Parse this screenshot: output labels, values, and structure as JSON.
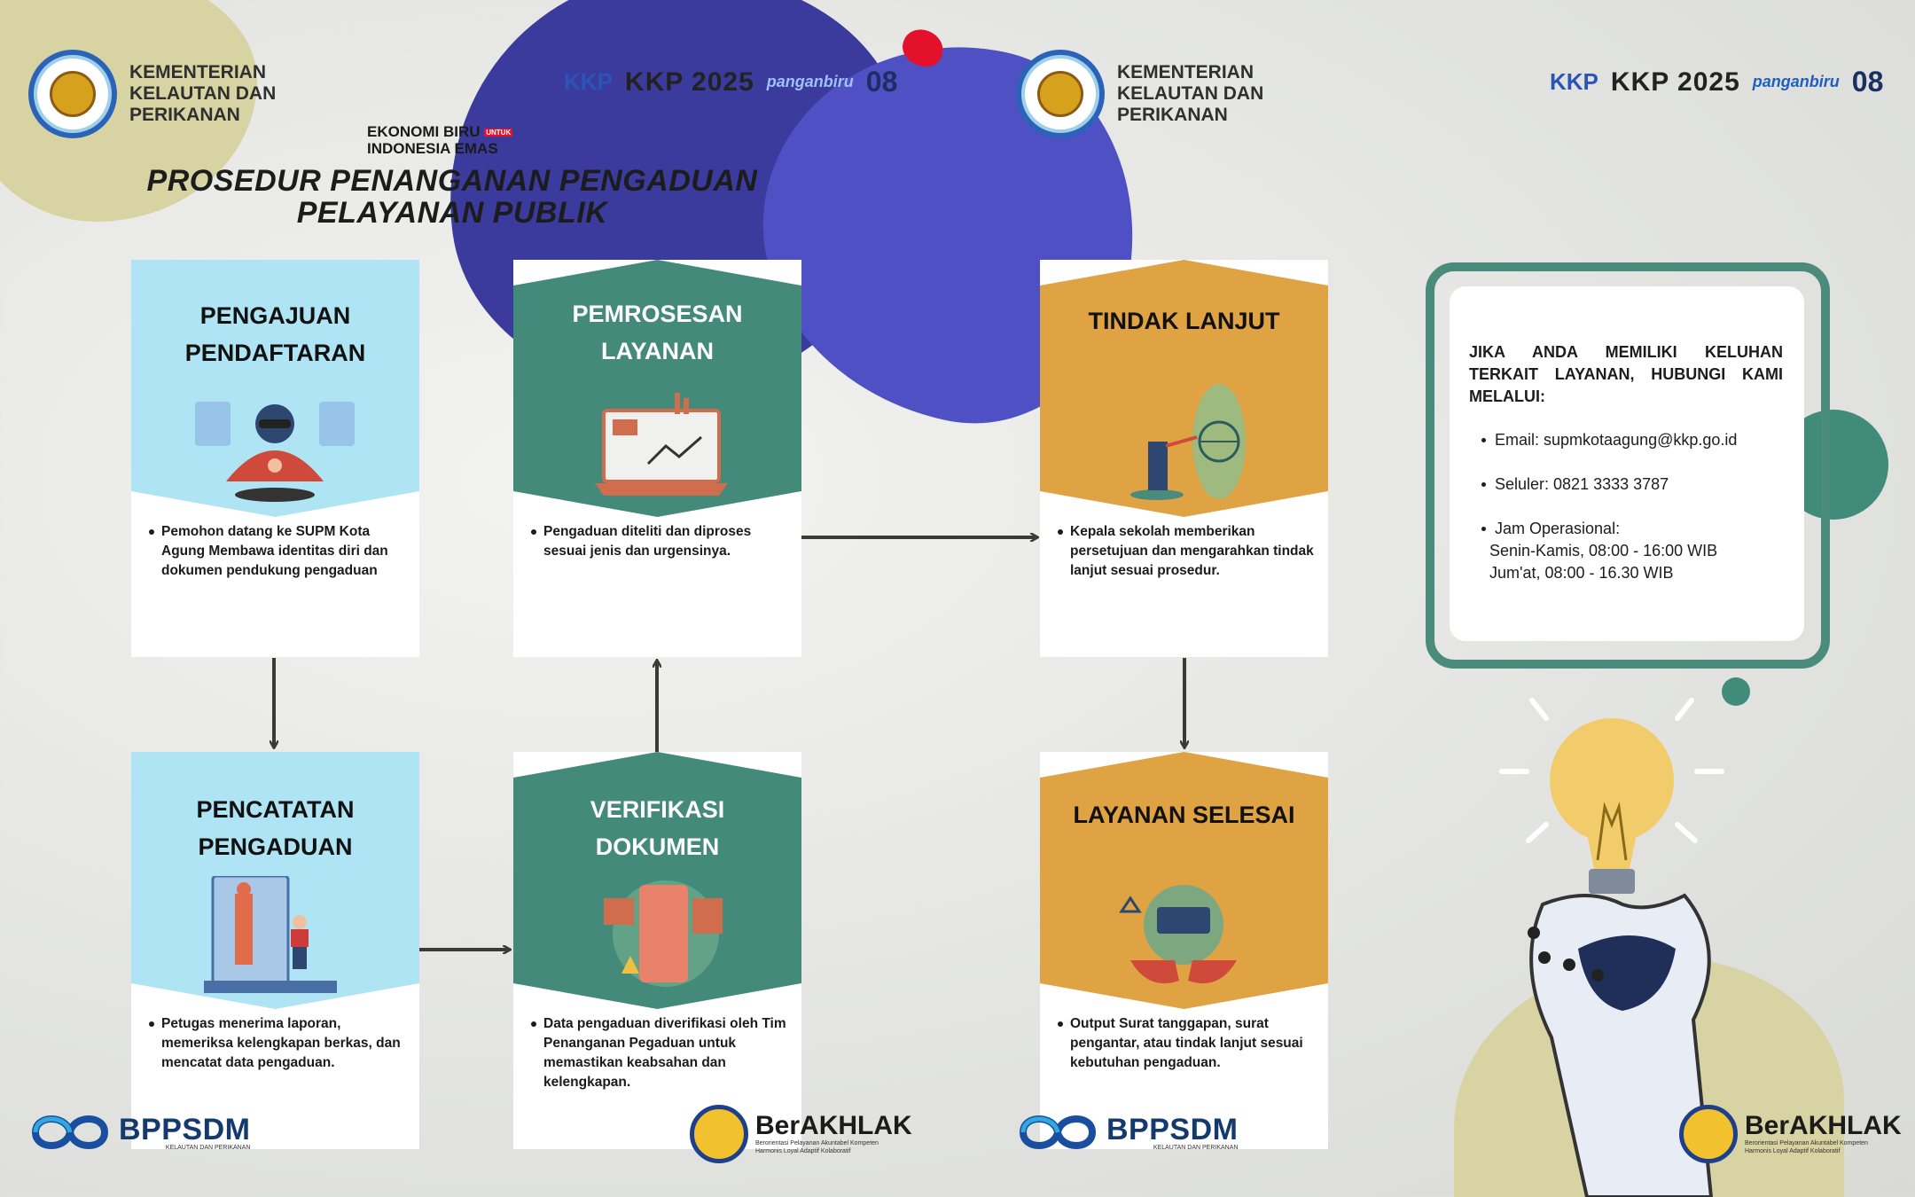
{
  "header": {
    "ministry_lines": [
      "KEMENTERIAN",
      "KELAUTAN DAN",
      "PERIKANAN"
    ],
    "partner_logos": [
      "KKP",
      "KKP 2025",
      "panganbiru",
      "08"
    ],
    "ekonomi_line1": "EKONOMI BIRU",
    "ekonomi_untuk": "UNTUK",
    "ekonomi_line2": "INDONESIA EMAS"
  },
  "title": {
    "line1": "PROSEDUR PENANGANAN PENGADUAN",
    "line2": "PELAYANAN PUBLIK"
  },
  "steps": [
    {
      "heading_lines": [
        "PENGAJUAN",
        "PENDAFTARAN"
      ],
      "desc": "Pemohon datang ke SUPM Kota Agung Membawa identitas diri dan dokumen pendukung pengaduan"
    },
    {
      "heading_lines": [
        "PEMROSESAN",
        "LAYANAN"
      ],
      "desc": "Pengaduan diteliti dan diproses sesuai jenis dan urgensinya."
    },
    {
      "heading_lines": [
        "TINDAK LANJUT"
      ],
      "desc": "Kepala sekolah memberikan persetujuan dan mengarahkan tindak lanjut sesuai prosedur."
    },
    {
      "heading_lines": [
        "PENCATATAN",
        "PENGADUAN"
      ],
      "desc": "Petugas menerima laporan, memeriksa kelengkapan berkas, dan mencatat data pengaduan."
    },
    {
      "heading_lines": [
        "VERIFIKASI",
        "DOKUMEN"
      ],
      "desc": "Data pengaduan diverifikasi oleh Tim Penanganan Pegaduan untuk memastikan keabsahan dan kelengkapan."
    },
    {
      "heading_lines": [
        "LAYANAN SELESAI"
      ],
      "desc": "Output Surat tanggapan, surat pengantar, atau tindak lanjut sesuai kebutuhan pengaduan."
    }
  ],
  "contact": {
    "intro": "JIKA ANDA MEMILIKI KELUHAN TERKAIT LAYANAN, HUBUNGI KAMI MELALUI:",
    "email": "Email: supmkotaagung@kkp.go.id",
    "phone": "Seluler: 0821 3333 3787",
    "hours_label": "Jam Operasional:",
    "hours_weekday": "Senin-Kamis, 08:00 - 16:00 WIB",
    "hours_friday": "Jum'at, 08:00 - 16.30 WIB"
  },
  "footer": {
    "bppsdm": "BPPSDM",
    "bppsdm_sub": "KELAUTAN DAN PERIKANAN",
    "berakhlak": "BerAKHLAK",
    "berakhlak_sub1": "Berorientasi Pelayanan Akuntabel Kompeten",
    "berakhlak_sub2": "Harmonis Loyal Adaptif Kolaboratif"
  },
  "colors": {
    "light_blue": "#aee4f3",
    "teal": "#448a7a",
    "orange": "#e0a343",
    "navy_blob": "#3a3b9c",
    "purple_blob": "#4e50c4"
  }
}
